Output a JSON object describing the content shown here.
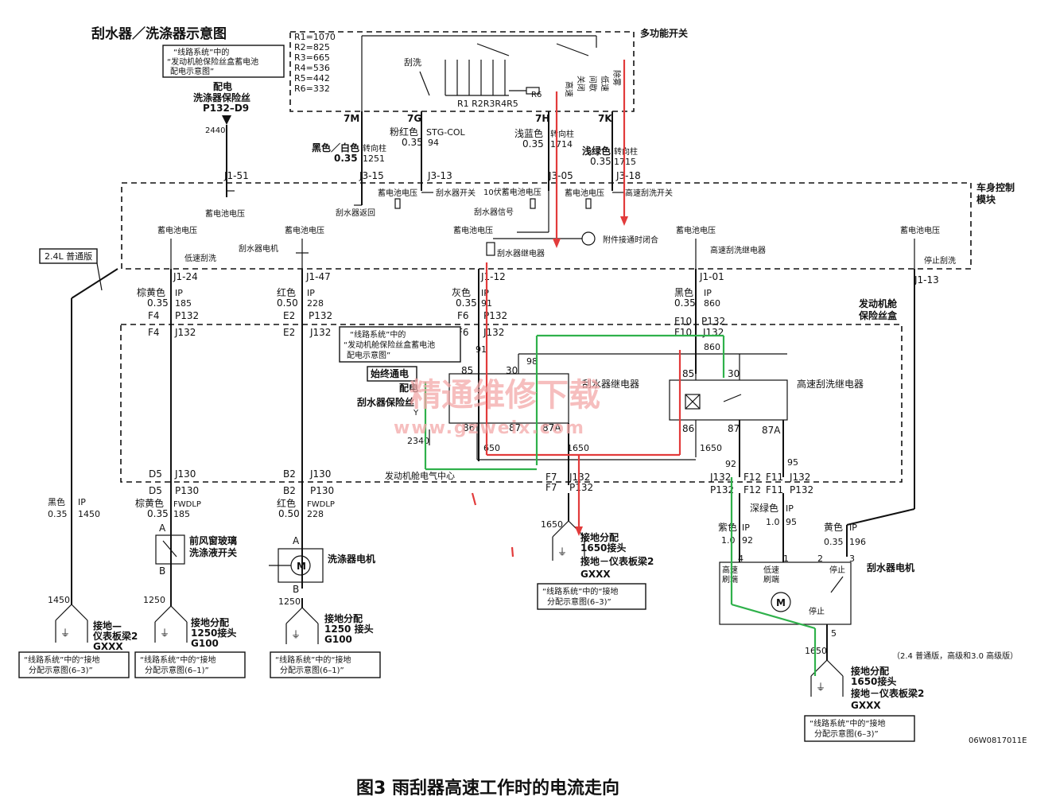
{
  "diagram": {
    "title": "刮水器／洗涤器示意图",
    "caption": "图3 雨刮器高速工作时的电流走向",
    "code": "06W0817011E",
    "watermark": "精通维修下载",
    "watermark_url": "www.gzweix.com",
    "ref_top": [
      "“线路系统”中的",
      "“发动机舱保险丝盒蓄电池",
      "配电示意图”"
    ],
    "resistors": [
      "R1=1070",
      "R2=825",
      "R3=665",
      "R4=536",
      "R5=442",
      "R6=332"
    ],
    "fuse_label": [
      "配电",
      "洗涤器保险丝",
      "P132–D9"
    ],
    "multifunction_switch": {
      "title": "多功能开关",
      "wash_label": "刮洗",
      "r_labels": "R1 R2R3R4R5",
      "r6": "R6",
      "positions": [
        "高速",
        "低速",
        "间歇",
        "关闭",
        "除雾"
      ],
      "pins": [
        "7M",
        "7G",
        "7H",
        "7K"
      ]
    },
    "wires_top": [
      {
        "color": "黑色／白色",
        "size": "0.35",
        "col": "转向柱",
        "num": "1251",
        "conn": "J3-15"
      },
      {
        "color": "粉红色",
        "size": "0.35",
        "col": "STG-COL",
        "num": "94",
        "conn": "J3-13"
      },
      {
        "color": "浅蓝色",
        "size": "0.35",
        "col": "转向柱",
        "num": "1714",
        "conn": "J3-05"
      },
      {
        "color": "浅绿色",
        "size": "0.35",
        "col": "转向柱",
        "num": "1715",
        "conn": "J3-18"
      }
    ],
    "bcm": {
      "title": [
        "车身控制",
        "模块"
      ],
      "conn_j1_51": "J1-51",
      "wire_2440": "2440",
      "labels": {
        "batt": "蓄电池电压",
        "wiper_return": "刮水器返回",
        "wiper_switch": "刮水器开关",
        "batt_10v": "10伏蓄电池电压",
        "wiper_signal": "刮水器信号",
        "high_wash_switch": "高速刮洗开关",
        "acc_closed": "附件接通时闭合",
        "low_wash": "低速刮洗",
        "wiper_motor": "刮水器电机",
        "wiper_relay": "刮水器继电器",
        "high_relay": "高速刮洗继电器",
        "stop_wash": "停止刮洗"
      },
      "version_tag": "2.4L 普通版",
      "pins": [
        "J1-24",
        "J1-47",
        "J1-12",
        "J1-01",
        "J1-13"
      ]
    },
    "mid_wires": [
      {
        "color": "棕黄色",
        "size": "0.35",
        "ip": "IP",
        "num": "185",
        "conn": "F4",
        "p": "P132",
        "j": "J132"
      },
      {
        "color": "红色",
        "size": "0.50",
        "ip": "IP",
        "num": "228",
        "conn": "E2",
        "p": "P132",
        "j": "J132"
      },
      {
        "color": "灰色",
        "size": "0.35",
        "ip": "IP",
        "num": "91",
        "conn": "F6",
        "p": "P132",
        "j": "J132"
      },
      {
        "color": "黑色",
        "size": "0.35",
        "ip": "IP",
        "num": "860",
        "conn": "F10",
        "p": "P132",
        "j": "J132"
      }
    ],
    "fusebox": {
      "title": [
        "发动机舱",
        "保险丝盒"
      ],
      "ref": [
        "“线路系统”中的",
        "“发动机舱保险丝盒蓄电池",
        "配电示意图”"
      ],
      "hot": "始终通电",
      "fuse": [
        "配电",
        "刮水器保险丝"
      ],
      "relay1": "刮水器继电器",
      "relay2": "高速刮洗继电器",
      "center": "发动机舱电气中心",
      "pins": [
        "85",
        "30",
        "86",
        "87",
        "87A"
      ],
      "nums": [
        "98",
        "860",
        "2340",
        "650",
        "1650",
        "92",
        "95"
      ],
      "y": "Y"
    },
    "bottom_conns": {
      "d5": [
        "D5",
        "J130",
        "P130"
      ],
      "b2": [
        "B2",
        "J130",
        "P130"
      ],
      "f7": [
        "F7",
        "J132",
        "P132"
      ],
      "f12": [
        "J132",
        "F12",
        "P132"
      ],
      "f11": [
        "F11",
        "J132",
        "P132"
      ]
    },
    "lower_wires": [
      {
        "color": "黑色",
        "size": "0.35",
        "ip": "IP",
        "num": "1450"
      },
      {
        "color": "棕黄色",
        "size": "0.35",
        "ip": "FWDLP",
        "num": "185"
      },
      {
        "color": "红色",
        "size": "0.50",
        "ip": "FWDLP",
        "num": "228"
      },
      {
        "color": "紫色",
        "size": "1.0",
        "ip": "IP",
        "num": "92"
      },
      {
        "color": "深绿色",
        "size": "1.0",
        "ip": "IP",
        "num": "95"
      },
      {
        "color": "黄色",
        "size": "0.35",
        "ip": "IP",
        "num": "196"
      }
    ],
    "components": {
      "washer_switch": [
        "前风窗玻璃",
        "洗涤液开关"
      ],
      "washer_motor": "洗涤器电机",
      "wiper_motor": "刮水器电机",
      "motor_labels": [
        "高速",
        "刷端",
        "低速",
        "刷端",
        "停止",
        "停止"
      ],
      "motor_pins": [
        "4",
        "1",
        "2",
        "3",
        "5"
      ],
      "ab": [
        "A",
        "B",
        "A",
        "B"
      ]
    },
    "grounds": [
      {
        "num": "1450",
        "name": [
          "接地—",
          "仪表板梁2",
          "GXXX"
        ],
        "ref": [
          "“线路系统”中的“接地",
          "分配示意图(6–3)”"
        ]
      },
      {
        "num": "1250",
        "name": [
          "接地分配",
          "1250接头",
          "G100"
        ],
        "ref": [
          "“线路系统”中的“接地",
          "分配示意图(6–1)”"
        ]
      },
      {
        "num": "1250",
        "name": [
          "接地分配",
          "1250 接头",
          "G100"
        ],
        "ref": [
          "“线路系统”中的“接地",
          "分配示意图(6–1)”"
        ]
      },
      {
        "num": "1650",
        "name": [
          "接地分配",
          "1650接头",
          "接地－仪表板梁2",
          "GXXX"
        ],
        "ref": [
          "“线路系统”中的“接地",
          "分配示意图(6–3)”"
        ]
      },
      {
        "num": "1650",
        "name": [
          "接地分配",
          "1650接头",
          "接地－仪表板梁2",
          "GXXX"
        ],
        "ref": [
          "“线路系统”中的“接地",
          "分配示意图(6–3)”"
        ]
      }
    ],
    "version_note": "（2.4 普通版，高级和3.0 高级版）",
    "colors": {
      "current_red": "#e23b3b",
      "current_green": "#2fb14b",
      "watermark": "#f3a9a9"
    }
  }
}
